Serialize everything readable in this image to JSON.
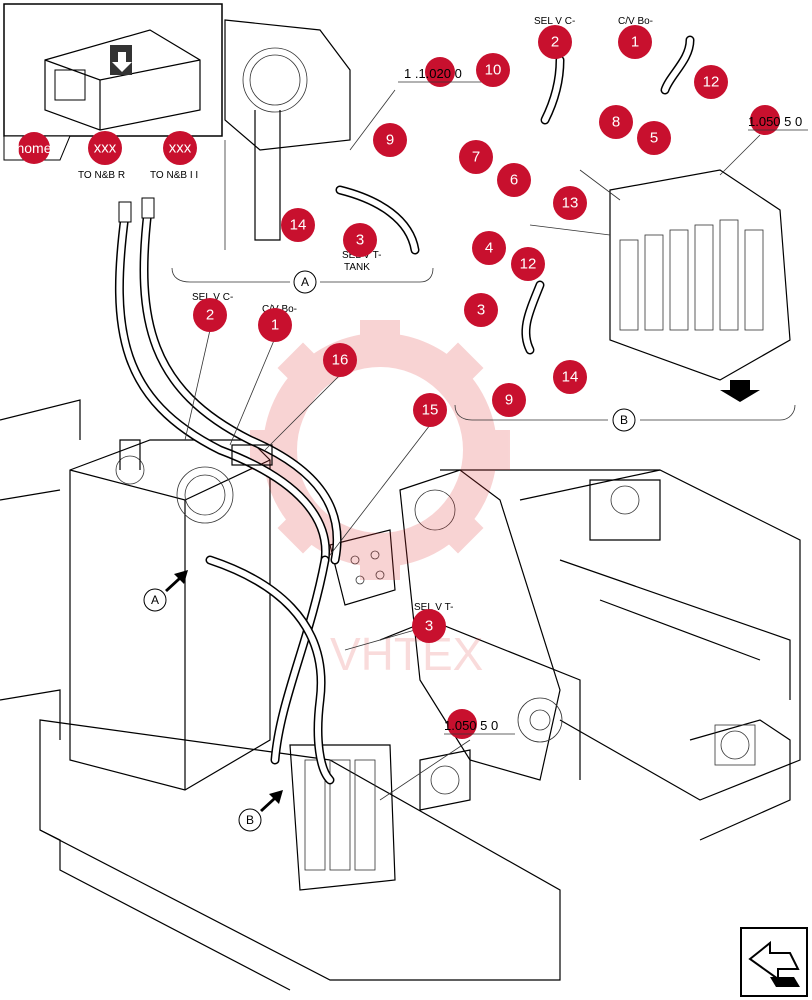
{
  "inset_tabs": {
    "home": "home",
    "prev": "xxx",
    "next": "xxx"
  },
  "hose_labels": {
    "to_nb_r": "TO N&B R",
    "to_nb_l": "TO N&B I I"
  },
  "ref_numbers": {
    "top": "1 .1.020 0",
    "right": "1.050 5 0",
    "bottom": "1.050 5 0"
  },
  "text_labels": {
    "selvc_top": "SEL V C-",
    "cvbo_top": "C/V Bo-",
    "selvc_mid": "SEL V C-",
    "cvbo_mid": "C/V Bo-",
    "selvt_tank_1": "SEL V T-",
    "selvt_tank_2": "TANK",
    "selvt_bottom": "SEL V T-"
  },
  "section_letters": {
    "a": "A",
    "b": "B"
  },
  "callouts": {
    "c_2_top": "2",
    "c_1_top": "1",
    "c_10": "10",
    "c_12_a": "12",
    "c_8": "8",
    "c_5": "5",
    "c_9_a": "9",
    "c_7": "7",
    "c_6": "6",
    "c_13": "13",
    "c_14_a": "14",
    "c_3_a": "3",
    "c_4": "4",
    "c_12_b": "12",
    "c_3_b": "3",
    "c_14_b": "14",
    "c_9_b": "9",
    "c_2_mid": "2",
    "c_1_mid": "1",
    "c_16": "16",
    "c_15": "15",
    "c_3_c": "3"
  },
  "watermark": "VHTEX"
}
